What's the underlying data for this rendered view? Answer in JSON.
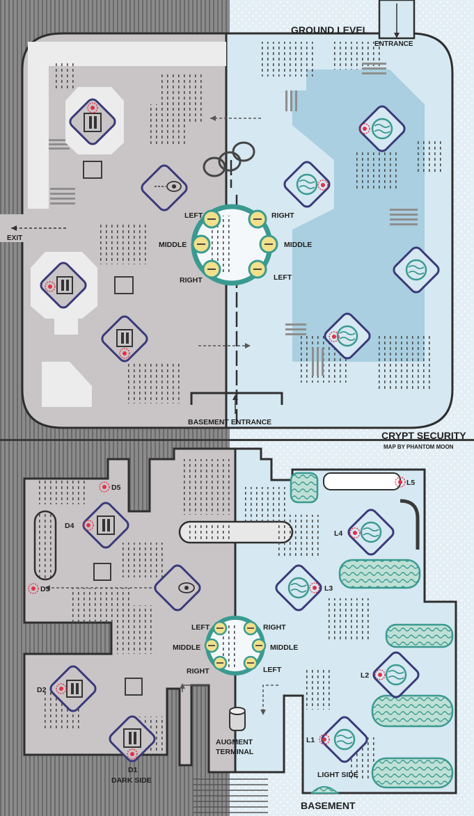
{
  "map": {
    "title": "CRYPT SECURITY",
    "credit": "MAP BY PHANTOM MOON",
    "ground": {
      "title": "GROUND LEVEL",
      "entrance": "ENTRANCE",
      "exit": "EXIT",
      "basement_entrance": "BASEMENT ENTRANCE",
      "ring_left": [
        "LEFT",
        "MIDDLE",
        "RIGHT"
      ],
      "ring_right": [
        "RIGHT",
        "MIDDLE",
        "LEFT"
      ]
    },
    "basement": {
      "title": "BASEMENT",
      "dark_side": "DARK SIDE",
      "light_side": "LIGHT SIDE",
      "augment_terminal_1": "AUGMENT",
      "augment_terminal_2": "TERMINAL",
      "ring_left": [
        "LEFT",
        "MIDDLE",
        "RIGHT"
      ],
      "ring_right": [
        "RIGHT",
        "MIDDLE",
        "LEFT"
      ],
      "dark_nodes": [
        "D1",
        "D2",
        "D3",
        "D4",
        "D5"
      ],
      "light_nodes": [
        "L1",
        "L2",
        "L3",
        "L4",
        "L5"
      ]
    },
    "colors": {
      "dark_floor": "#c9c5c6",
      "light_floor": "#d6e8f1",
      "light_zone": "#a9cfe0",
      "node_frame": "#3a3a7a",
      "teal": "#3a9a90",
      "marker": "#e0304a",
      "switch": "#f2e08a",
      "wall": "#3d3d3d"
    }
  }
}
